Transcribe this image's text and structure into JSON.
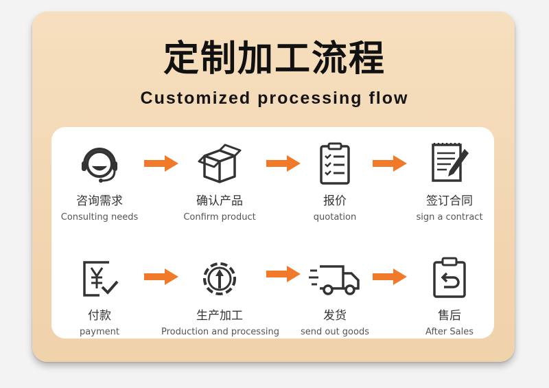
{
  "title": "定制加工流程",
  "subtitle": "Customized processing flow",
  "steps": [
    {
      "icon": "headset-icon",
      "cn": "咨询需求",
      "en": "Consulting needs"
    },
    {
      "icon": "box-icon",
      "cn": "确认产品",
      "en": "Confirm product"
    },
    {
      "icon": "clipboard-checklist-icon",
      "cn": "报价",
      "en": "quotation"
    },
    {
      "icon": "contract-pen-icon",
      "cn": "签订合同",
      "en": "sign a contract"
    },
    {
      "icon": "yen-payment-icon",
      "cn": "付款",
      "en": "payment"
    },
    {
      "icon": "gear-production-icon",
      "cn": "生产加工",
      "en": "Production and processing"
    },
    {
      "icon": "delivery-truck-icon",
      "cn": "发货",
      "en": "send out goods"
    },
    {
      "icon": "after-sales-clipboard-icon",
      "cn": "售后",
      "en": "After Sales"
    }
  ],
  "colors": {
    "arrow": "#f07a2a",
    "card": "#f4dab6",
    "panel": "#ffffff",
    "icon": "#333333"
  }
}
